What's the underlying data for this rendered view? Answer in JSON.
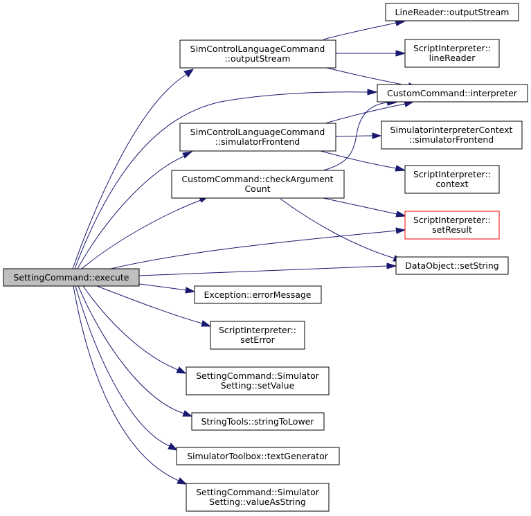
{
  "graph": {
    "colors": {
      "edge": "#191970",
      "root_fill": "#bfbfbf",
      "highlight_border": "#ff0000"
    },
    "nodes": {
      "root": [
        "SettingCommand::execute"
      ],
      "scl_output": [
        "SimControlLanguageCommand",
        "::outputStream"
      ],
      "scl_frontend": [
        "SimControlLanguageCommand",
        "::simulatorFrontend"
      ],
      "cc_check": [
        "CustomCommand::checkArgument",
        "Count"
      ],
      "linereader_out": [
        "LineReader::outputStream"
      ],
      "si_linereader": [
        "ScriptInterpreter::",
        "lineReader"
      ],
      "cc_interp": [
        "CustomCommand::interpreter"
      ],
      "sic_frontend": [
        "SimulatorInterpreterContext",
        "::simulatorFrontend"
      ],
      "si_context": [
        "ScriptInterpreter::",
        "context"
      ],
      "si_setresult": [
        "ScriptInterpreter::",
        "setResult"
      ],
      "do_setstring": [
        "DataObject::setString"
      ],
      "exc_msg": [
        "Exception::errorMessage"
      ],
      "si_seterror": [
        "ScriptInterpreter::",
        "setError"
      ],
      "sc_setvalue": [
        "SettingCommand::Simulator",
        "Setting::setValue"
      ],
      "st_lower": [
        "StringTools::stringToLower"
      ],
      "stb_textgen": [
        "SimulatorToolbox::textGenerator"
      ],
      "sc_valueas": [
        "SettingCommand::Simulator",
        "Setting::valueAsString"
      ]
    }
  }
}
